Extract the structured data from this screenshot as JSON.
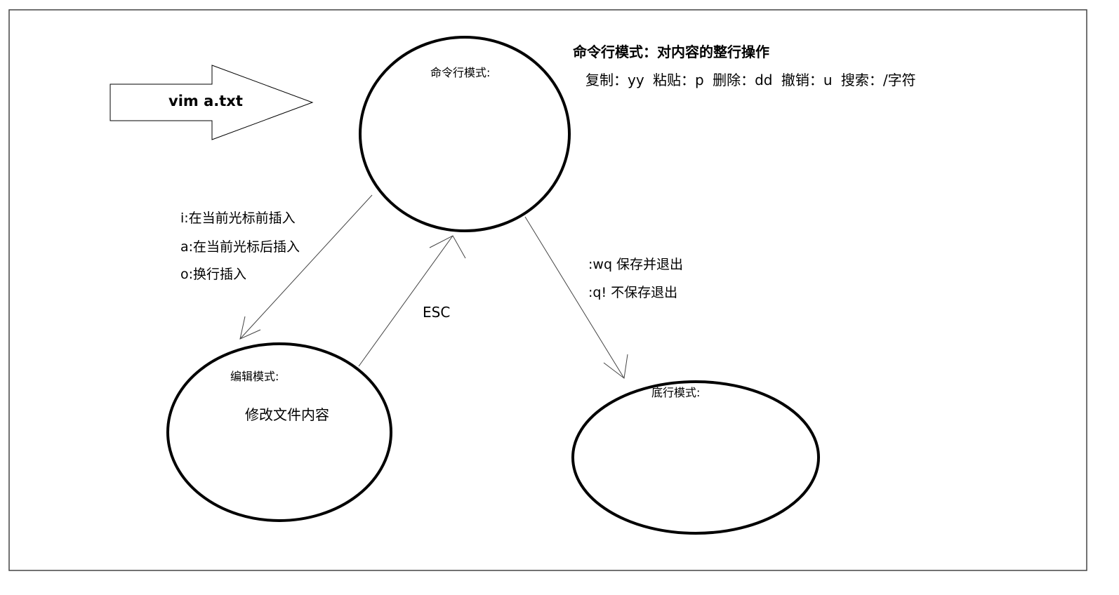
{
  "entry_arrow": {
    "label": "vim  a.txt"
  },
  "command_mode": {
    "title": "命令行模式:",
    "heading": "命令行模式：对内容的整行操作",
    "operations": "复制：yy   粘贴：p  删除：dd 撤销：u   搜索：/字符"
  },
  "to_edit": {
    "lines": [
      "i:在当前光标前插入",
      "a:在当前光标后插入",
      "o:换行插入"
    ]
  },
  "to_command": {
    "label": "ESC"
  },
  "to_last_line": {
    "lines": [
      ":wq  保存并退出",
      ":q! 不保存退出"
    ]
  },
  "edit_mode": {
    "title": "编辑模式:",
    "description": "修改文件内容"
  },
  "last_line_mode": {
    "title": "底行模式:"
  }
}
